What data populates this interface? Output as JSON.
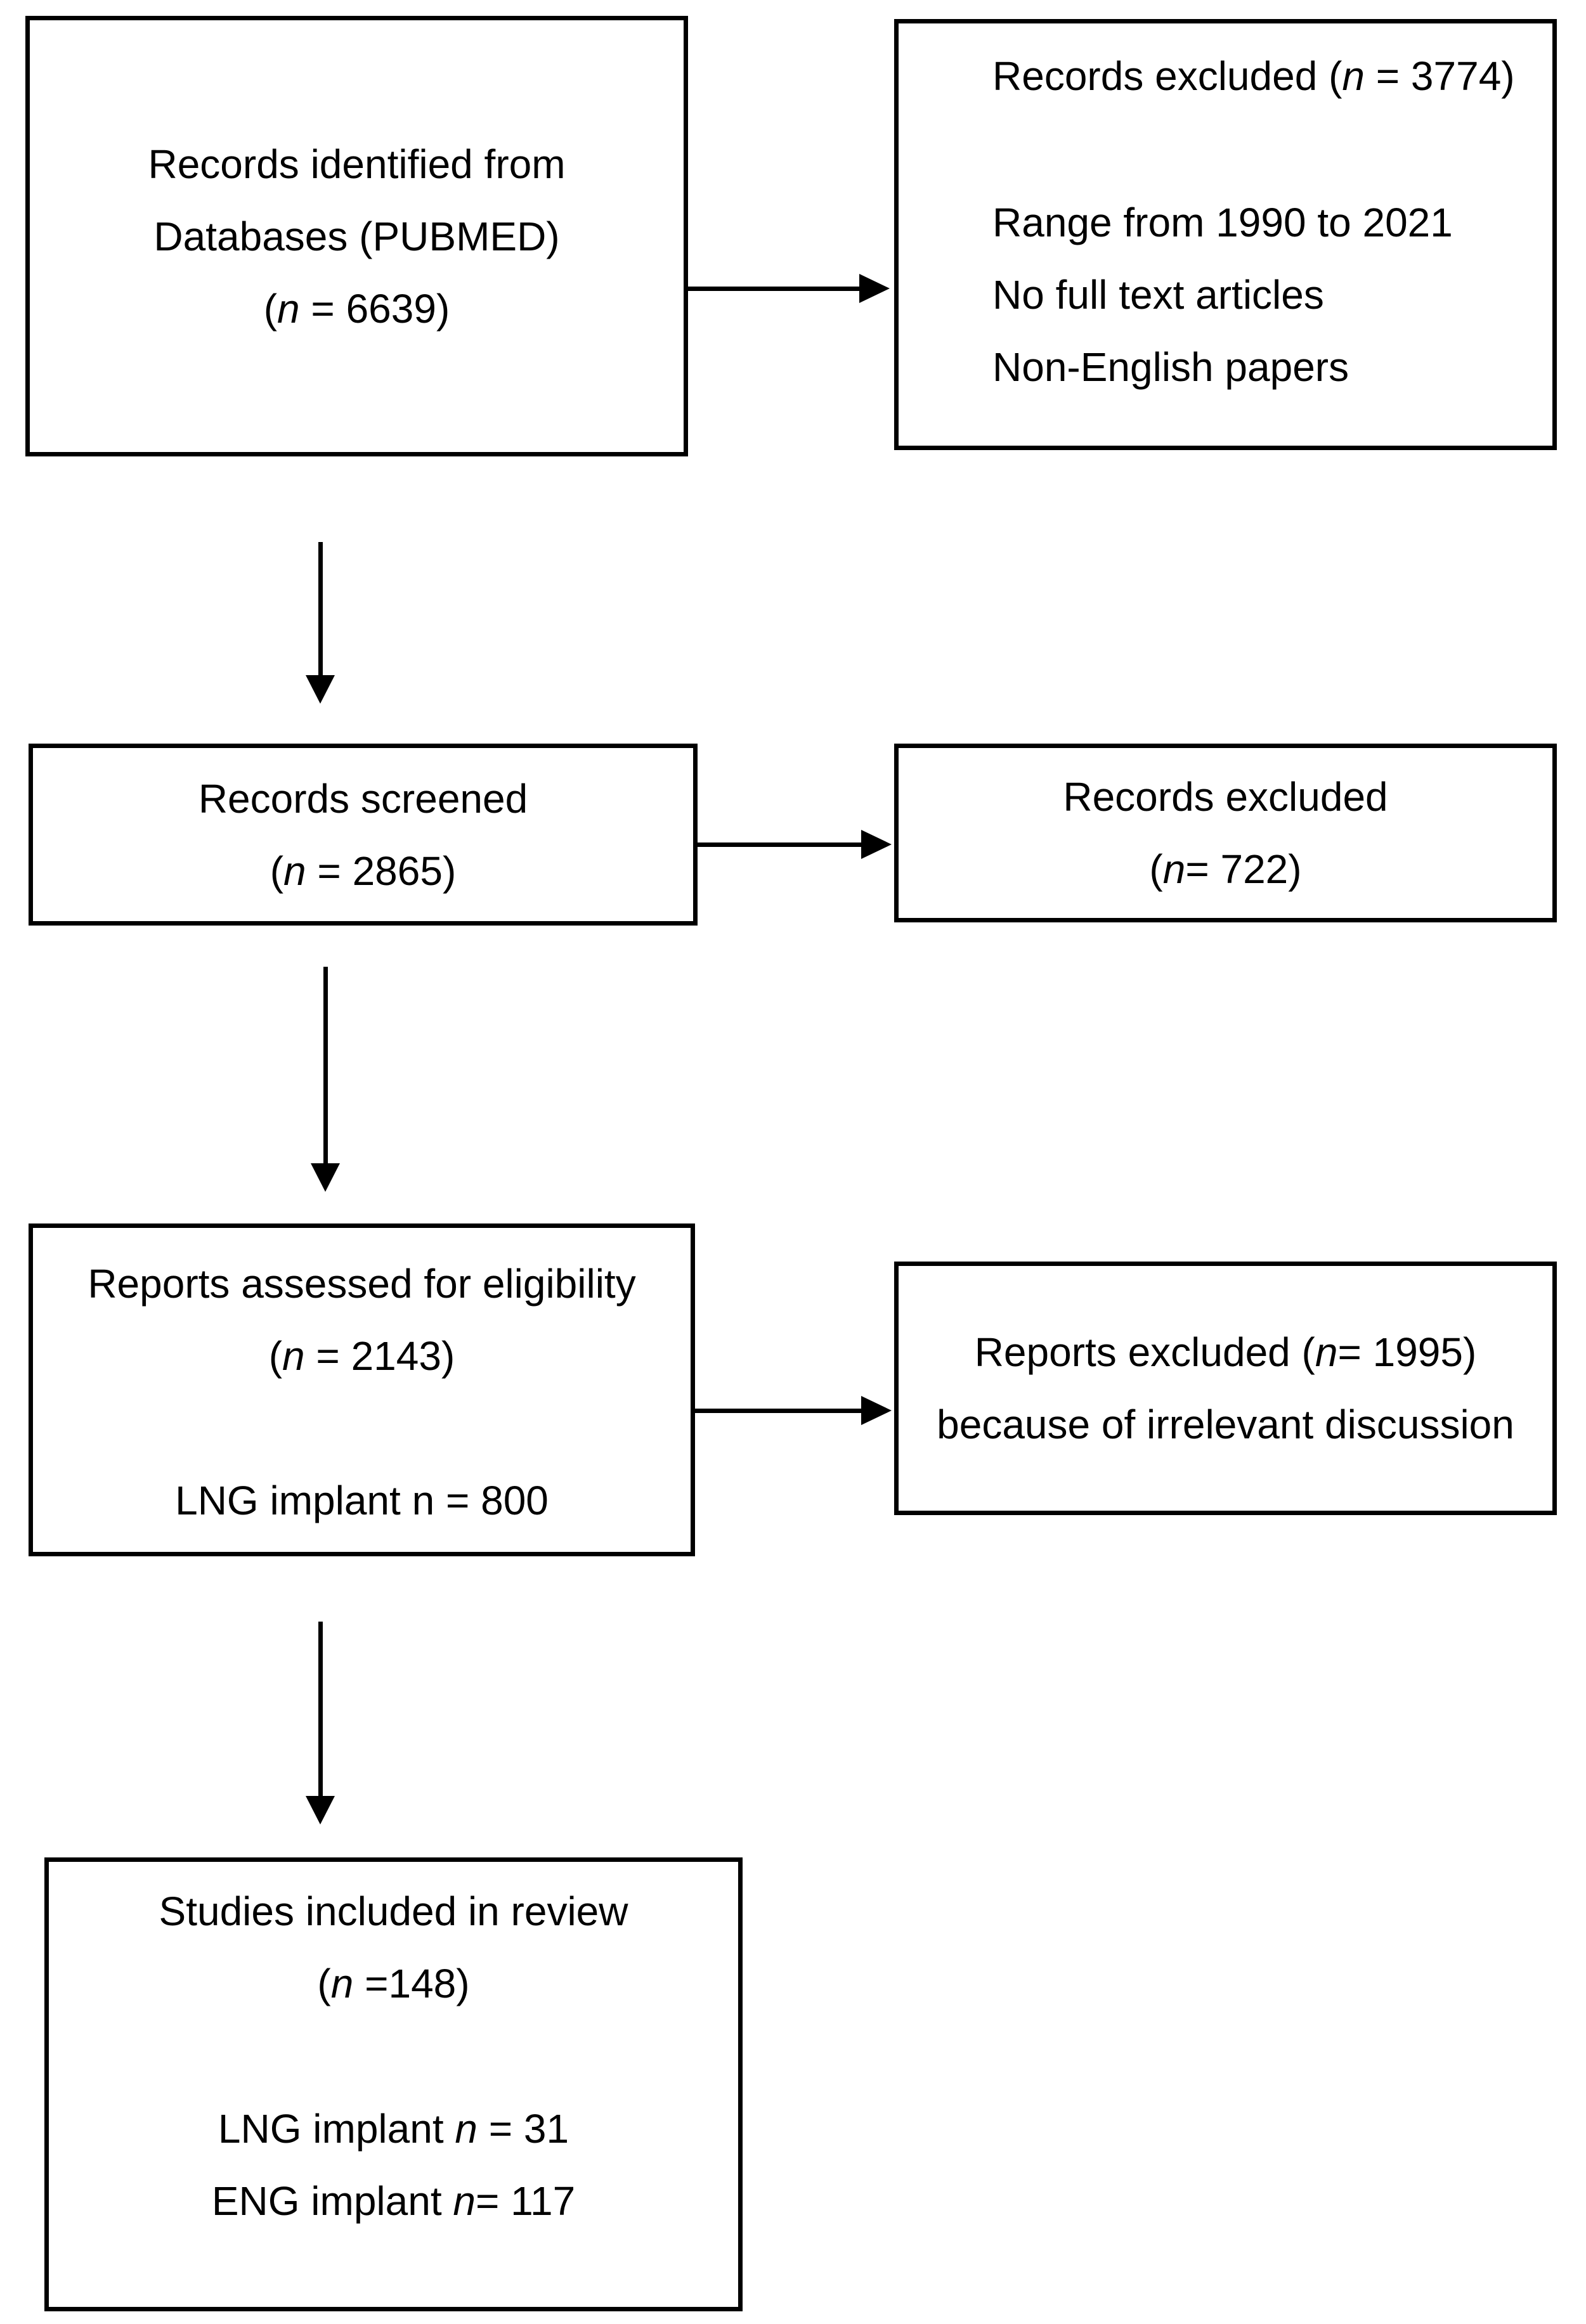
{
  "colors": {
    "ink": "#000000",
    "background": "#ffffff"
  },
  "boxes": {
    "identified": {
      "lines": [
        {
          "segments": [
            {
              "t": "Records identified from"
            }
          ]
        },
        {
          "segments": [
            {
              "t": "Databases (PUBMED)"
            }
          ]
        },
        {
          "segments": [
            {
              "t": "("
            },
            {
              "t": "n",
              "italic": true
            },
            {
              "t": " = 6639)"
            }
          ]
        }
      ]
    },
    "excluded_top": {
      "lines": [
        {
          "segments": [
            {
              "t": "Records excluded ("
            },
            {
              "t": "n",
              "italic": true
            },
            {
              "t": " = 3774)"
            }
          ]
        },
        {
          "segments": [
            {
              "t": "Range from 1990 to 2021"
            }
          ]
        },
        {
          "segments": [
            {
              "t": "No full text articles"
            }
          ]
        },
        {
          "segments": [
            {
              "t": "Non-English papers"
            }
          ]
        }
      ]
    },
    "screened": {
      "lines": [
        {
          "segments": [
            {
              "t": "Records screened"
            }
          ]
        },
        {
          "segments": [
            {
              "t": "("
            },
            {
              "t": "n",
              "italic": true
            },
            {
              "t": " = 2865)"
            }
          ]
        }
      ]
    },
    "excluded_mid": {
      "lines": [
        {
          "segments": [
            {
              "t": "Records excluded"
            }
          ]
        },
        {
          "segments": [
            {
              "t": "("
            },
            {
              "t": "n",
              "italic": true
            },
            {
              "t": "= 722)"
            }
          ]
        }
      ]
    },
    "assessed": {
      "lines": [
        {
          "segments": [
            {
              "t": "Reports assessed for eligibility"
            }
          ]
        },
        {
          "segments": [
            {
              "t": "("
            },
            {
              "t": "n",
              "italic": true
            },
            {
              "t": " = 2143)"
            }
          ]
        },
        {
          "segments": [
            {
              "t": "LNG implant n = 800"
            }
          ]
        }
      ]
    },
    "excluded_bottom": {
      "lines": [
        {
          "segments": [
            {
              "t": "Reports excluded ("
            },
            {
              "t": "n",
              "italic": true
            },
            {
              "t": "= 1995)"
            }
          ]
        },
        {
          "segments": [
            {
              "t": "because of irrelevant discussion"
            }
          ]
        }
      ]
    },
    "included": {
      "lines": [
        {
          "segments": [
            {
              "t": "Studies included in review"
            }
          ]
        },
        {
          "segments": [
            {
              "t": "("
            },
            {
              "t": "n",
              "italic": true
            },
            {
              "t": " =148)"
            }
          ]
        },
        {
          "segments": [
            {
              "t": "LNG implant "
            },
            {
              "t": "n",
              "italic": true
            },
            {
              "t": " = 31"
            }
          ]
        },
        {
          "segments": [
            {
              "t": "ENG implant "
            },
            {
              "t": "n",
              "italic": true
            },
            {
              "t": "= 117"
            }
          ]
        }
      ]
    }
  },
  "arrows": [
    {
      "from": "identified",
      "to": "excluded_top",
      "direction": "right"
    },
    {
      "from": "identified",
      "to": "screened",
      "direction": "down"
    },
    {
      "from": "screened",
      "to": "excluded_mid",
      "direction": "right"
    },
    {
      "from": "screened",
      "to": "assessed",
      "direction": "down"
    },
    {
      "from": "assessed",
      "to": "excluded_bottom",
      "direction": "right"
    },
    {
      "from": "assessed",
      "to": "included",
      "direction": "down"
    }
  ]
}
